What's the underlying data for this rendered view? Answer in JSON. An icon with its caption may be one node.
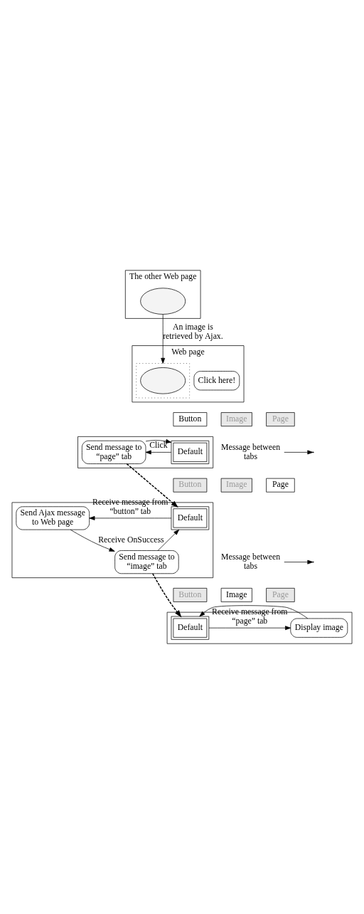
{
  "diagram": {
    "nodes": [
      {
        "text": [
          "Web page"
        ]
      },
      {
        "text": [],
        "shape": "box",
        "in": 0
      },
      {
        "text": [],
        "shape": "ellipse",
        "in": 1
      },
      {
        "text": [
          "Click here!"
        ],
        "in": 0
      },
      {
        "text": [
          "The other Web page"
        ]
      },
      {
        "text": [],
        "shape": "ellipse",
        "in": 4
      },
      {
        "text": [],
        "shape": "box"
      },
      {
        "text": [
          "Button"
        ]
      },
      {
        "text": [
          "Image"
        ]
      },
      {
        "text": [
          "Page"
        ]
      },
      {
        "text": [
          "Default"
        ],
        "in": 6
      },
      {
        "text": [
          "Send message to “page” tab"
        ],
        "in": 6
      },
      {
        "text": [
          "Message between tabs"
        ]
      },
      {
        "text": [],
        "shape": "box"
      },
      {
        "text": [
          "Button"
        ]
      },
      {
        "text": [
          "Image"
        ]
      },
      {
        "text": [
          "Page"
        ]
      },
      {
        "text": [
          "Default"
        ],
        "in": 13
      },
      {
        "text": [
          "Send Ajax message to Web page"
        ],
        "in": 13
      },
      {
        "text": [
          "Send message to “image” tab"
        ],
        "in": 13
      },
      {
        "text": [
          "Message between tabs"
        ]
      },
      {
        "text": [],
        "shape": "box"
      },
      {
        "text": [
          "Button"
        ]
      },
      {
        "text": [
          "Image"
        ]
      },
      {
        "text": [
          "Page"
        ]
      },
      {
        "text": [
          "Default"
        ],
        "in": 21
      },
      {
        "text": [
          "Display image"
        ],
        "in": 21
      }
    ],
    "edges": [
      {
        "from": 5,
        "to": 1,
        "arrow": "to",
        "label": "An image is retrieved by Ajax."
      },
      {
        "from": 10,
        "to": 11,
        "arrow": "to",
        "label": "Click"
      },
      {
        "from": 11,
        "to": 10,
        "arrow": "to"
      },
      {
        "from": 11,
        "to": 17,
        "arrow": "to",
        "style": "dashed"
      },
      {
        "from": 12,
        "to": null,
        "arrow": "to"
      },
      {
        "from": 17,
        "to": 18,
        "arrow": "to",
        "label": "Receive message from “button” tab"
      },
      {
        "from": 18,
        "to": 19,
        "arrow": "to",
        "label": "Receive OnSuccess"
      },
      {
        "from": 19,
        "to": 17,
        "arrow": "to"
      },
      {
        "from": 19,
        "to": 25,
        "arrow": "to",
        "style": "dashed"
      },
      {
        "from": 20,
        "to": null,
        "arrow": "to"
      },
      {
        "from": 25,
        "to": 26,
        "arrow": "to",
        "label": "Receive message from “page” tab"
      },
      {
        "from": 26,
        "to": 25,
        "arrow": "to"
      }
    ]
  }
}
